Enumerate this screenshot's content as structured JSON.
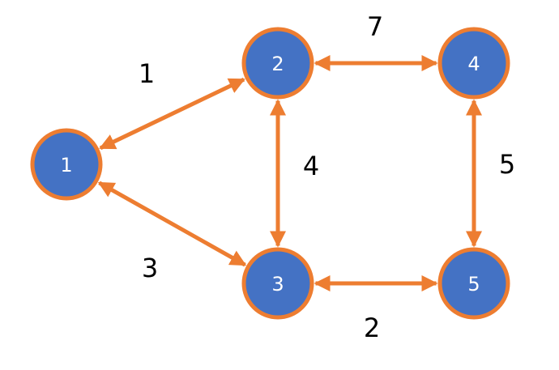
{
  "colors": {
    "node_fill": "#4472C4",
    "node_stroke": "#ED7D31",
    "edge": "#ED7D31",
    "label": "#000000",
    "node_text": "#FFFFFF"
  },
  "nodes": [
    {
      "id": "1",
      "label": "1"
    },
    {
      "id": "2",
      "label": "2"
    },
    {
      "id": "3",
      "label": "3"
    },
    {
      "id": "4",
      "label": "4"
    },
    {
      "id": "5",
      "label": "5"
    }
  ],
  "edges": [
    {
      "from": "1",
      "to": "2",
      "weight": "1",
      "direction": "bidirectional"
    },
    {
      "from": "1",
      "to": "3",
      "weight": "3",
      "direction": "bidirectional"
    },
    {
      "from": "2",
      "to": "3",
      "weight": "4",
      "direction": "bidirectional"
    },
    {
      "from": "2",
      "to": "4",
      "weight": "7",
      "direction": "bidirectional"
    },
    {
      "from": "3",
      "to": "5",
      "weight": "2",
      "direction": "bidirectional"
    },
    {
      "from": "4",
      "to": "5",
      "weight": "5",
      "direction": "bidirectional"
    }
  ]
}
